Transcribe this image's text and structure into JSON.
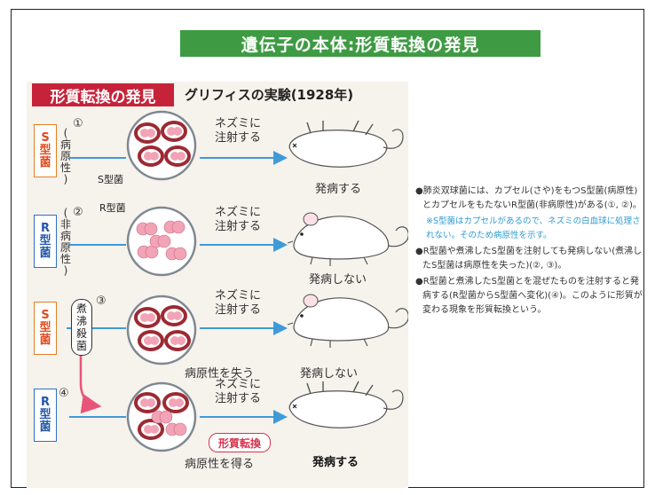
{
  "slide": {
    "title": "遺伝子の本体:形質転換の発見"
  },
  "figure": {
    "badge": "形質転換の発見",
    "subtitle": "グリフィスの実験(1928年)",
    "rows": [
      {
        "num": "①",
        "strain_chars": [
          "S",
          "型",
          "菌"
        ],
        "paren_chars": [
          "病",
          "原",
          "性"
        ],
        "bacteria_label": "S型菌",
        "action_lines": [
          "ネズミに",
          "注射する"
        ],
        "result": "発病する",
        "mouse_state": "dead"
      },
      {
        "num": "②",
        "strain_chars": [
          "R",
          "型",
          "菌"
        ],
        "paren_chars": [
          "非",
          "病",
          "原",
          "性"
        ],
        "bacteria_label": "R型菌",
        "action_lines": [
          "ネズミに",
          "注射する"
        ],
        "result": "発病しない",
        "mouse_state": "alive"
      },
      {
        "num": "③",
        "strain_chars": [
          "S",
          "型",
          "菌"
        ],
        "boil_chars": [
          "煮",
          "沸",
          "殺",
          "菌"
        ],
        "under_label": "病原性を失う",
        "action_lines": [
          "ネズミに",
          "注射する"
        ],
        "result": "発病しない",
        "mouse_state": "alive"
      },
      {
        "num": "④",
        "strain_chars": [
          "R",
          "型",
          "菌"
        ],
        "transform_tag": "形質転換",
        "under_label": "病原性を得る",
        "action_lines": [
          "ネズミに",
          "注射する"
        ],
        "result": "発病する",
        "mouse_state": "dead"
      }
    ]
  },
  "notes": {
    "n1": "●肺炎双球菌には、カプセル(さや)をもつS型菌(病原性)とカプセルをもたないR型菌(非病原性)がある(①, ②)。",
    "n1_sub": "※S型菌はカプセルがあるので、ネズミの白血球に処理されない。そのため病原性を示す。",
    "n2": "●R型菌や煮沸したS型菌を注射しても発病しない(煮沸したS型菌は病原性を失った)(②, ③)。",
    "n3": "●R型菌と煮沸したS型菌とを混ぜたものを注射すると発病する(R型菌からS型菌へ変化)(④)。このように形質が変わる現象を形質転換という。"
  },
  "colors": {
    "title_bg": "#3e9b43",
    "badge_bg": "#c6233b",
    "arrow": "#3f9ad8",
    "pink_arrow": "#e8557a",
    "s_label": "#e67e22",
    "r_label": "#2d6fc7"
  }
}
